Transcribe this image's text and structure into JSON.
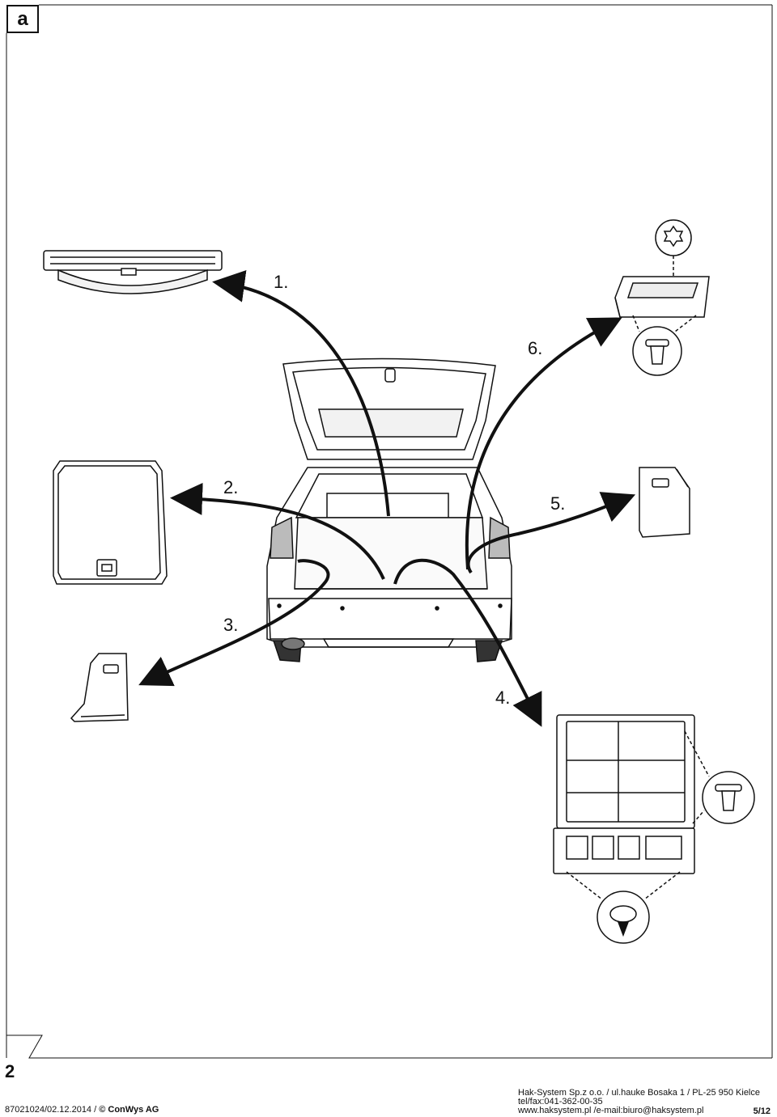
{
  "page_label": "a",
  "steps": [
    "1.",
    "2.",
    "3.",
    "4.",
    "5.",
    "6."
  ],
  "footer": {
    "page_number": "2",
    "document_id": "87021024/02.12.2014 /",
    "copyright": "© ConWys AG",
    "address_line1": "Hak-System Sp.z o.o. / ul.hauke Bosaka 1 / PL-25 950 Kielce",
    "address_line2": "tel/fax:041-362-00-35",
    "address_line3": "www.haksystem.pl /e-mail:biuro@haksystem.pl",
    "page_of": "5/12"
  }
}
